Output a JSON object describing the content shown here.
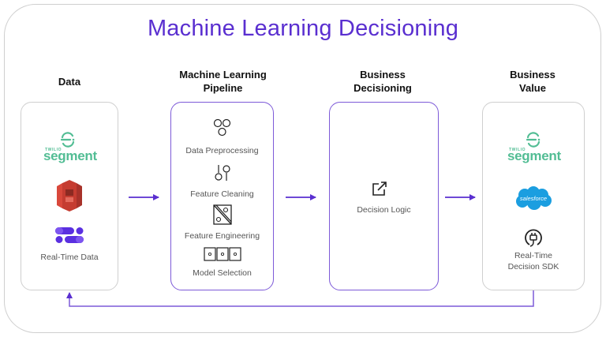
{
  "title": "Machine Learning Decisioning",
  "columns": [
    {
      "heading": "Data",
      "items": [
        {
          "type": "logo",
          "name": "twilio-segment",
          "small": "TWILIO",
          "word": "segment"
        },
        {
          "type": "logo",
          "name": "amazon-s3"
        },
        {
          "type": "logo",
          "name": "real-time-data-logo"
        },
        {
          "type": "label",
          "text": "Real-Time Data"
        }
      ]
    },
    {
      "heading": "Machine Learning Pipeline",
      "heading_lines": [
        "Machine Learning",
        "Pipeline"
      ],
      "steps": [
        {
          "icon": "circles-icon",
          "label": "Data Preprocessing"
        },
        {
          "icon": "sliders-icon",
          "label": "Feature Cleaning"
        },
        {
          "icon": "split-panel-icon",
          "label": "Feature Engineering"
        },
        {
          "icon": "model-boxes-icon",
          "label": "Model Selection"
        }
      ]
    },
    {
      "heading": "Business Decisioning",
      "heading_lines": [
        "Business",
        "Decisioning"
      ],
      "items": [
        {
          "icon": "external-link-icon",
          "label": "Decision Logic"
        }
      ]
    },
    {
      "heading": "Business Value",
      "heading_lines": [
        "Business",
        "Value"
      ],
      "items": [
        {
          "type": "logo",
          "name": "twilio-segment",
          "small": "TWILIO",
          "word": "segment"
        },
        {
          "type": "logo",
          "name": "salesforce",
          "word": "salesforce"
        },
        {
          "icon": "plug-icon",
          "label_lines": [
            "Real-Time",
            "Decision SDK"
          ]
        }
      ]
    }
  ],
  "colors": {
    "accent": "#5a2fd0",
    "border_purple": "#7d5ad8",
    "border_grey": "#cfcfcf",
    "segment_green": "#52bd94",
    "aws_red": "#d9483b",
    "salesforce_blue": "#1b9ee0"
  }
}
